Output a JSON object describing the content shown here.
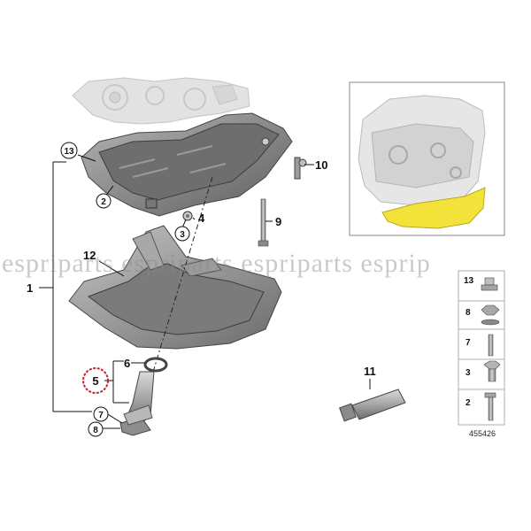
{
  "watermark": "espriparts espriparts espriparts esprip",
  "figure_number": "455426",
  "callouts": {
    "c1": "1",
    "c2": "2",
    "c3": "3",
    "c4": "4",
    "c5": "5",
    "c6": "6",
    "c7": "7",
    "c8": "8",
    "c9": "9",
    "c10": "10",
    "c11": "11",
    "c12": "12",
    "c13": "13"
  },
  "legend": [
    {
      "label": "13"
    },
    {
      "label": "8"
    },
    {
      "label": "7"
    },
    {
      "label": "3"
    },
    {
      "label": "2"
    }
  ],
  "colors": {
    "highlight_yellow": "#f2e23a",
    "highlight_ring": "#c0282d",
    "pan_grey": "#8f8f8f",
    "engine_ghost": "#dcdcdc"
  }
}
